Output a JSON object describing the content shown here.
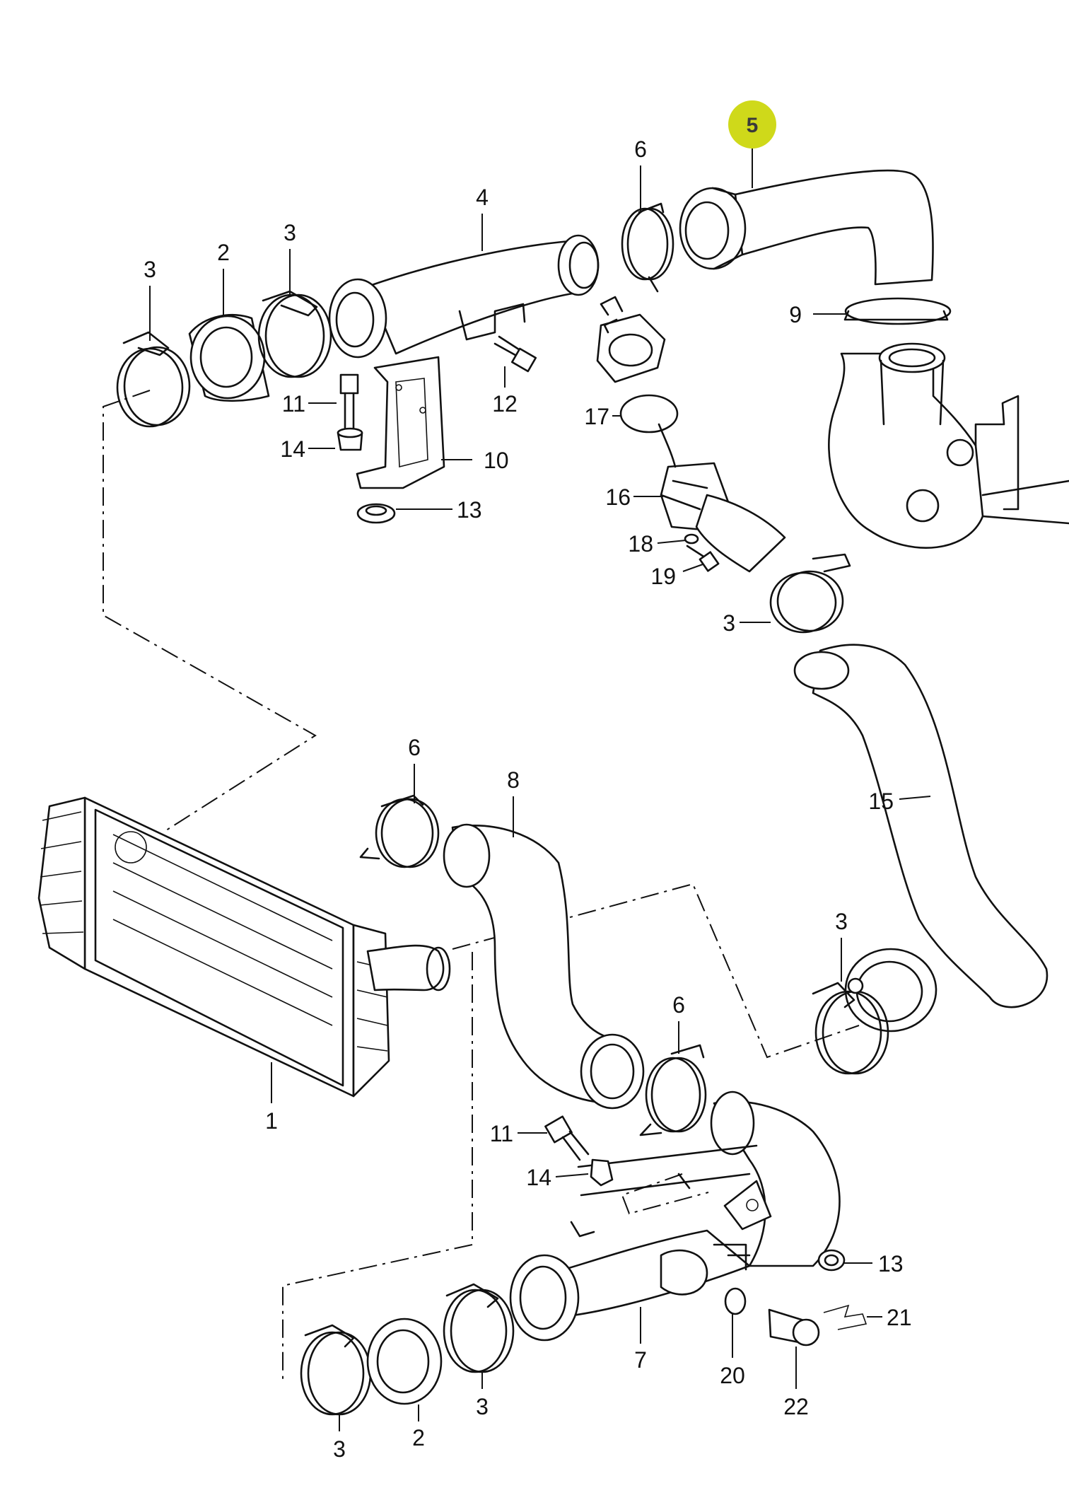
{
  "diagram": {
    "highlight_color": "#cfd91a",
    "callouts": [
      {
        "id": "c5",
        "text": "5",
        "highlighted": true
      },
      {
        "id": "c6a",
        "text": "6"
      },
      {
        "id": "c4",
        "text": "4"
      },
      {
        "id": "c3a",
        "text": "3"
      },
      {
        "id": "c3b",
        "text": "3"
      },
      {
        "id": "c2a",
        "text": "2"
      },
      {
        "id": "c9",
        "text": "9"
      },
      {
        "id": "c11a",
        "text": "11"
      },
      {
        "id": "c12",
        "text": "12"
      },
      {
        "id": "c17",
        "text": "17"
      },
      {
        "id": "c14a",
        "text": "14"
      },
      {
        "id": "c10",
        "text": "10"
      },
      {
        "id": "c13a",
        "text": "13"
      },
      {
        "id": "c16",
        "text": "16"
      },
      {
        "id": "c18",
        "text": "18"
      },
      {
        "id": "c19",
        "text": "19"
      },
      {
        "id": "c3c",
        "text": "3"
      },
      {
        "id": "c6b",
        "text": "6"
      },
      {
        "id": "c8",
        "text": "8"
      },
      {
        "id": "c15",
        "text": "15"
      },
      {
        "id": "c3d",
        "text": "3"
      },
      {
        "id": "c1",
        "text": "1"
      },
      {
        "id": "c6c",
        "text": "6"
      },
      {
        "id": "c11b",
        "text": "11"
      },
      {
        "id": "c14b",
        "text": "14"
      },
      {
        "id": "c13b",
        "text": "13"
      },
      {
        "id": "c21",
        "text": "21"
      },
      {
        "id": "c7",
        "text": "7"
      },
      {
        "id": "c20",
        "text": "20"
      },
      {
        "id": "c22",
        "text": "22"
      },
      {
        "id": "c3e",
        "text": "3"
      },
      {
        "id": "c2b",
        "text": "2"
      },
      {
        "id": "c3f",
        "text": "3"
      }
    ]
  }
}
